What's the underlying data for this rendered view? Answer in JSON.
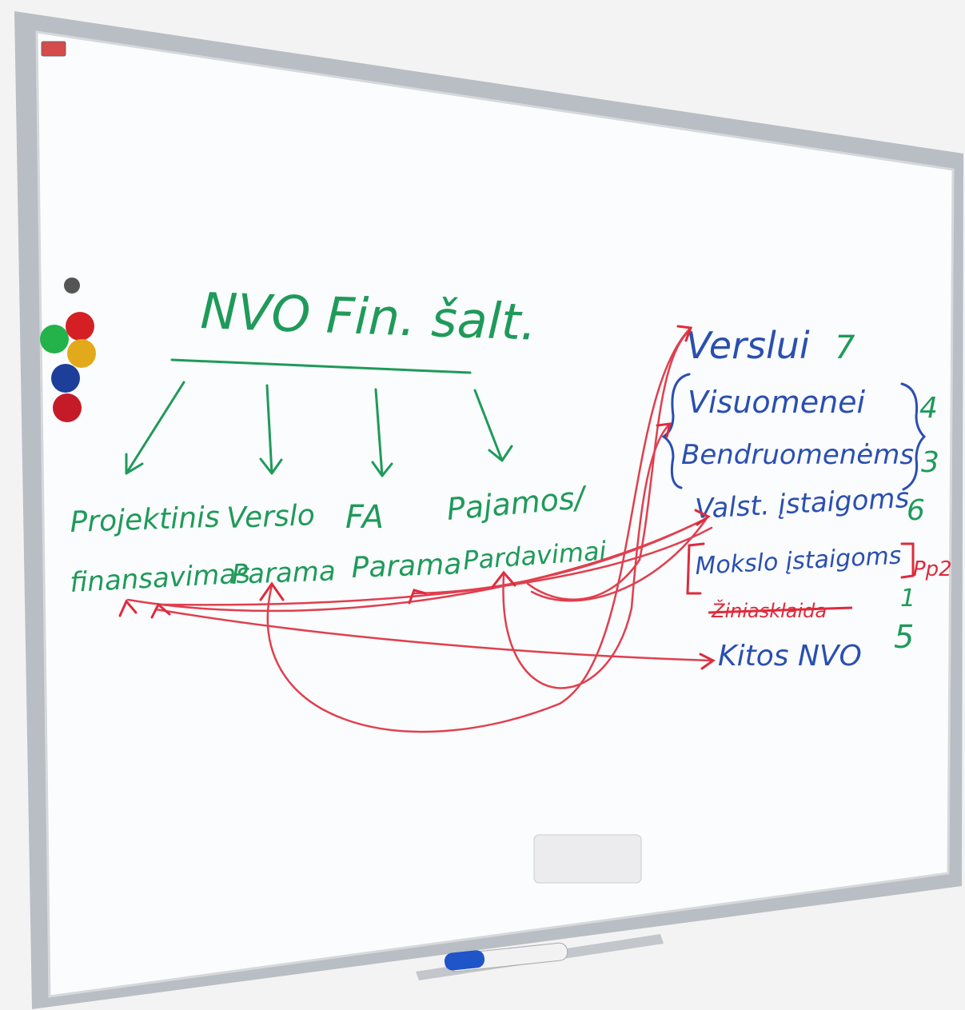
{
  "image": {
    "subject": "whiteboard-photo"
  },
  "whiteboard": {
    "title": "NVO Fin. šalt.",
    "sources": [
      {
        "line1": "Projektinis",
        "line2": "finansavimas"
      },
      {
        "line1": "Verslo",
        "line2": "Parama"
      },
      {
        "line1": "FA",
        "line2": "Parama"
      },
      {
        "line1": "Pajamos/",
        "line2": "Pardavimai"
      }
    ],
    "targets": [
      {
        "label": "Verslui",
        "rank": "7"
      },
      {
        "label": "Visuomenei",
        "rank": "4"
      },
      {
        "label": "Bendruomenėms",
        "rank": "3"
      },
      {
        "label": "Valst. įstaigoms",
        "rank": "6"
      },
      {
        "label": "Mokslo įstaigoms",
        "rank": "Pp2"
      },
      {
        "label": "Žiniasklaida",
        "rank": "1",
        "struck": true
      },
      {
        "label": "Kitos NVO",
        "rank": "5"
      }
    ]
  },
  "colors": {
    "green_marker": "#1f9a5a",
    "blue_marker": "#2a4fb0",
    "red_marker": "#de2b3c",
    "board": "#fbfcfd",
    "frame": "#b7bcc2",
    "wall": "#f3f3f4"
  },
  "magnets": [
    "red",
    "green",
    "yellow",
    "blue",
    "red",
    "gray"
  ]
}
